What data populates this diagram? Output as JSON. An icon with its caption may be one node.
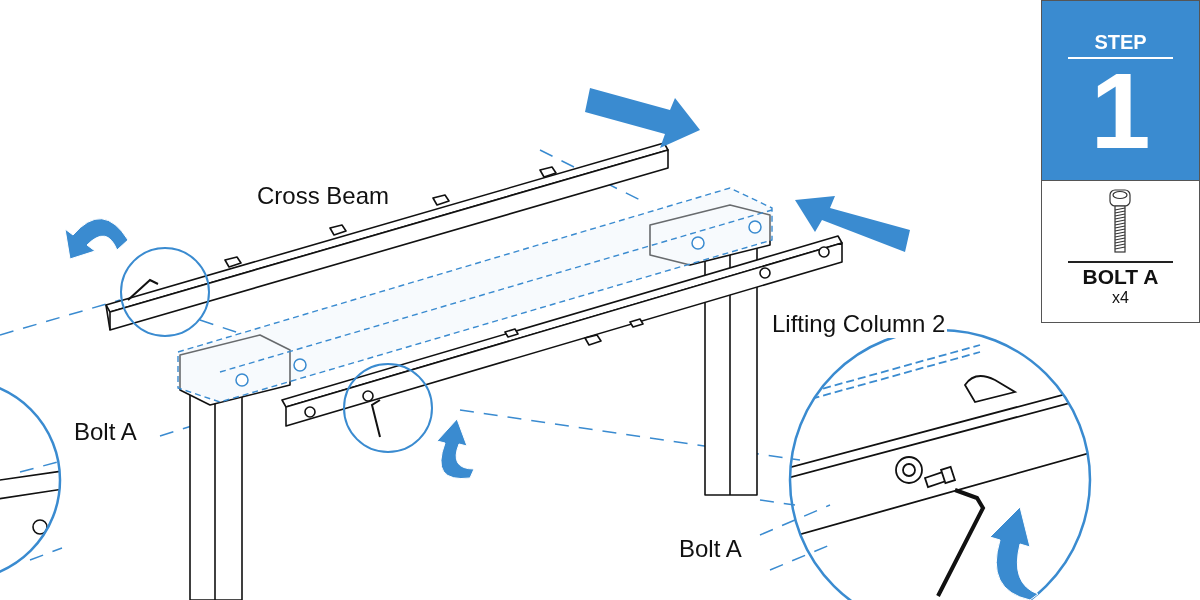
{
  "diagram": {
    "nodes": [
      {
        "text": [
          "STEP",
          "1"
        ]
      },
      {
        "text": [
          "BOLT A",
          "x4"
        ]
      }
    ],
    "labels": [
      "Cross Beam",
      "Lifting Column 2",
      "Bolt A",
      "Bolt A"
    ]
  }
}
